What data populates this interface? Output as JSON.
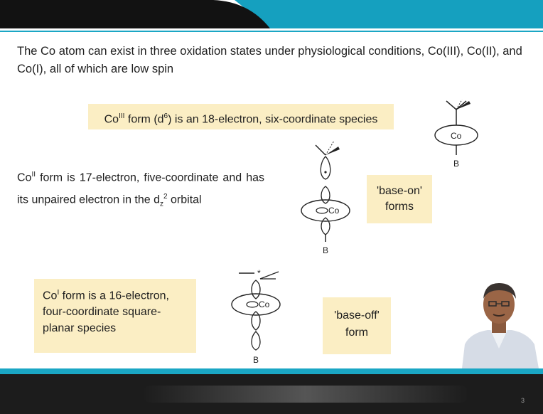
{
  "slide": {
    "intro": "The Co atom can exist in three oxidation states under physiological conditions, Co(III), Co(II), and Co(I), all of which are low spin",
    "co3_box": {
      "prefix": "Co",
      "sup": "III",
      "mid": " form (d",
      "sup2": "6",
      "suffix": ") is an 18-electron, six-coordinate species"
    },
    "co2_text": {
      "prefix": "Co",
      "sup": "II",
      "mid": " form is 17-electron, five-coordinate and has its unpaired electron in the d",
      "sub": "z",
      "sup2": "2",
      "suffix": " orbital"
    },
    "base_on": {
      "line1": "'base-on'",
      "line2": "forms"
    },
    "co1_box": {
      "prefix": "Co",
      "sup": "I",
      "text": " form is a 16-electron, four-coordinate square-planar species"
    },
    "base_off": {
      "line1": "'base-off'",
      "line2": "form"
    },
    "diagram_labels": {
      "co": "Co",
      "b": "B"
    },
    "page_number": "3"
  },
  "colors": {
    "accent": "#1aa6c4",
    "highlight": "#fbeec4",
    "footer": "#1c1c1c"
  }
}
